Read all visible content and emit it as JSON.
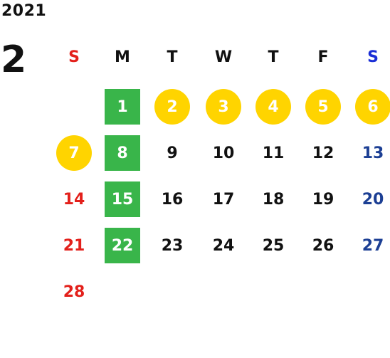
{
  "year": "2021",
  "month": "2",
  "colors": {
    "sunday": "#e3201b",
    "saturday_header": "#1a2ed6",
    "saturday": "#1c3f94",
    "weekday": "#111111",
    "green_highlight": "#39b54a",
    "yellow_highlight": "#ffd400"
  },
  "weekdays": [
    "S",
    "M",
    "T",
    "W",
    "T",
    "F",
    "S"
  ],
  "weeks": [
    [
      null,
      {
        "d": "1",
        "mark": "green"
      },
      {
        "d": "2",
        "mark": "yellow"
      },
      {
        "d": "3",
        "mark": "yellow"
      },
      {
        "d": "4",
        "mark": "yellow"
      },
      {
        "d": "5",
        "mark": "yellow"
      },
      {
        "d": "6",
        "mark": "yellow"
      }
    ],
    [
      {
        "d": "7",
        "mark": "yellow"
      },
      {
        "d": "8",
        "mark": "green"
      },
      {
        "d": "9"
      },
      {
        "d": "10"
      },
      {
        "d": "11"
      },
      {
        "d": "12"
      },
      {
        "d": "13"
      }
    ],
    [
      {
        "d": "14"
      },
      {
        "d": "15",
        "mark": "green"
      },
      {
        "d": "16"
      },
      {
        "d": "17"
      },
      {
        "d": "18"
      },
      {
        "d": "19"
      },
      {
        "d": "20"
      }
    ],
    [
      {
        "d": "21"
      },
      {
        "d": "22",
        "mark": "green"
      },
      {
        "d": "23"
      },
      {
        "d": "24"
      },
      {
        "d": "25"
      },
      {
        "d": "26"
      },
      {
        "d": "27"
      }
    ],
    [
      {
        "d": "28"
      },
      null,
      null,
      null,
      null,
      null,
      null
    ]
  ]
}
